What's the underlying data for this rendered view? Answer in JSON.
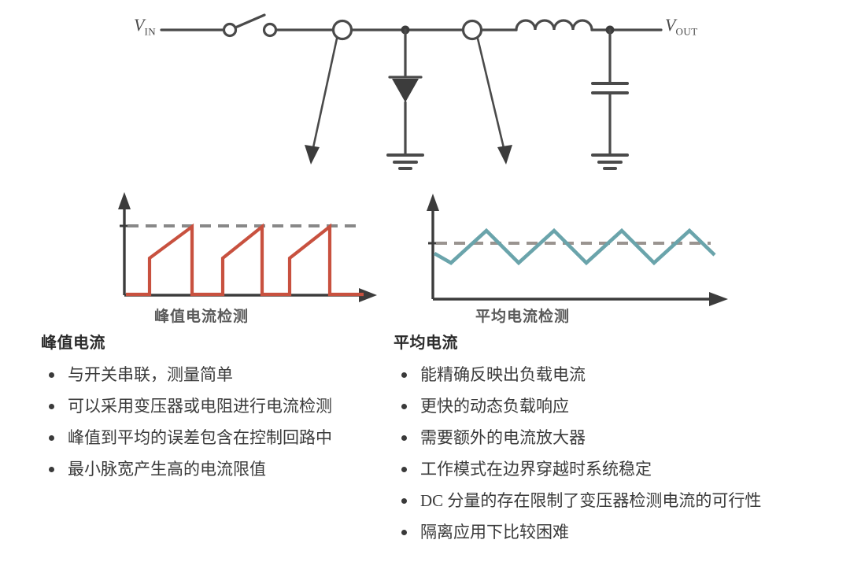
{
  "circuit": {
    "name": "buck-converter-schematic",
    "input_label": "V",
    "input_sub": "IN",
    "output_label": "V",
    "output_sub": "OUT",
    "components": [
      {
        "name": "switch",
        "type": "spst-switch"
      },
      {
        "name": "peak-current-sense-node",
        "type": "current-sense-circle"
      },
      {
        "name": "freewheeling-diode",
        "type": "diode"
      },
      {
        "name": "average-current-sense-node",
        "type": "current-sense-circle"
      },
      {
        "name": "output-inductor",
        "type": "inductor"
      },
      {
        "name": "output-capacitor",
        "type": "capacitor"
      },
      {
        "name": "ground-diode",
        "type": "ground"
      },
      {
        "name": "ground-capacitor",
        "type": "ground"
      }
    ],
    "line_color": "#4a4a4a"
  },
  "charts": {
    "peak": {
      "caption": "峰值电流检测",
      "trace_color": "#c8513f",
      "limit_color": "#888888",
      "axis_color": "#3c3c3c"
    },
    "average": {
      "caption": "平均电流检测",
      "trace_color": "#6aa4ab",
      "limit_color": "#9a9490",
      "axis_color": "#3c3c3c"
    }
  },
  "chart_data": [
    {
      "type": "line",
      "name": "peak-current-sense-waveform",
      "title": "峰值电流检测",
      "xlabel": "",
      "ylabel": "",
      "xlim": [
        0,
        100
      ],
      "ylim": [
        0,
        100
      ],
      "grid": false,
      "legend": "none",
      "annotations": [
        {
          "name": "current-limit-threshold",
          "type": "dashed-horizontal-line",
          "y": 88,
          "color": "#888888"
        }
      ],
      "series": [
        {
          "name": "峰值电流 (sawtooth, current-mode peak)",
          "color": "#c8513f",
          "x": [
            0,
            10,
            10,
            28,
            28,
            38,
            38,
            56,
            56,
            66,
            66,
            84,
            84,
            100
          ],
          "y": [
            0,
            0,
            40,
            88,
            0,
            0,
            40,
            88,
            0,
            0,
            40,
            88,
            0,
            0
          ]
        }
      ]
    },
    {
      "type": "line",
      "name": "average-current-sense-waveform",
      "title": "平均电流检测",
      "xlabel": "",
      "ylabel": "",
      "xlim": [
        0,
        100
      ],
      "ylim": [
        0,
        100
      ],
      "grid": false,
      "legend": "none",
      "annotations": [
        {
          "name": "average-current-level",
          "type": "dashed-horizontal-line",
          "y": 50,
          "color": "#9a9490"
        }
      ],
      "series": [
        {
          "name": "平均电流 (triangular inductor ripple)",
          "color": "#6aa4ab",
          "x": [
            0,
            6,
            18,
            30,
            42,
            54,
            66,
            78,
            90,
            100
          ],
          "y": [
            45,
            28,
            72,
            28,
            72,
            28,
            72,
            28,
            72,
            38
          ]
        }
      ]
    }
  ],
  "peak_column": {
    "heading": "峰值电流",
    "bullets": [
      "与开关串联，测量简单",
      "可以采用变压器或电阻进行电流检测",
      "峰值到平均的误差包含在控制回路中",
      "最小脉宽产生高的电流限值"
    ]
  },
  "average_column": {
    "heading": "平均电流",
    "bullets": [
      "能精确反映出负载电流",
      "更快的动态负载响应",
      "需要额外的电流放大器",
      "工作模式在边界穿越时系统稳定",
      "DC 分量的存在限制了变压器检测电流的可行性",
      "隔离应用下比较困难"
    ]
  }
}
